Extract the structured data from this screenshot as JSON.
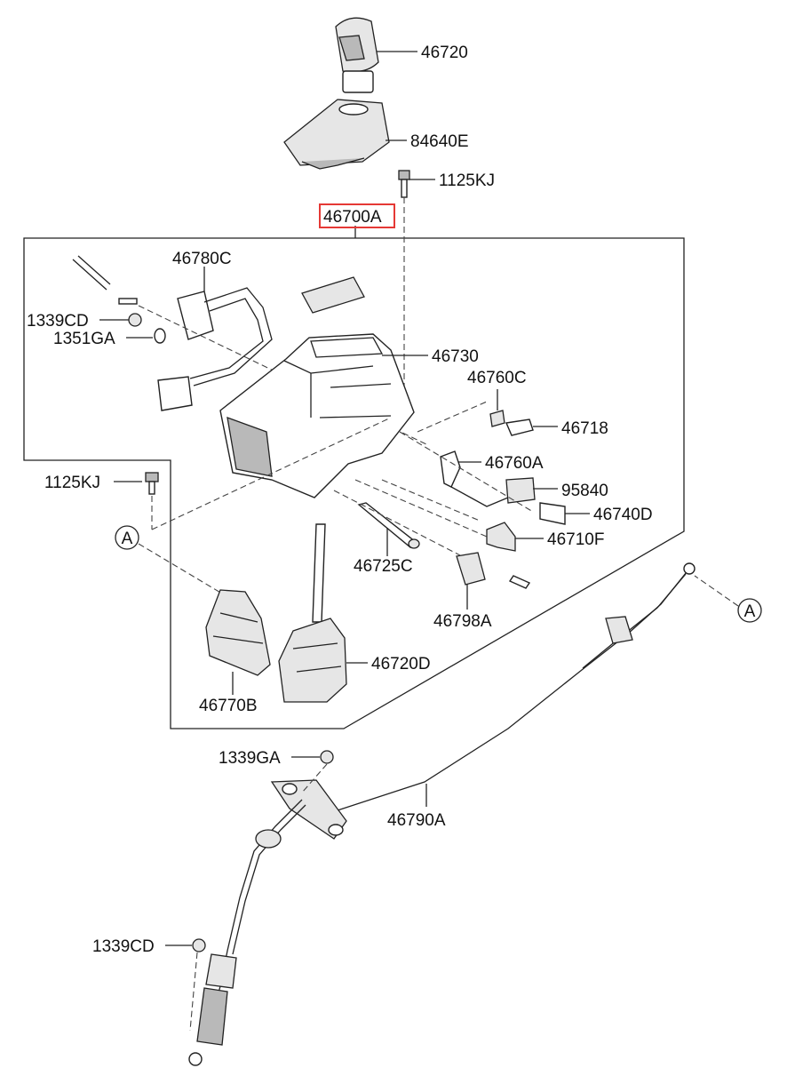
{
  "diagram": {
    "highlighted_part": "46700A",
    "highlight_color": "#e53935",
    "ref_marker": "A",
    "labels": {
      "p46720": "46720",
      "p84640E": "84640E",
      "p1125KJ_top": "1125KJ",
      "p46700A": "46700A",
      "p46780C": "46780C",
      "p1339CD_top": "1339CD",
      "p1351GA": "1351GA",
      "p46730": "46730",
      "p46760C": "46760C",
      "p46718": "46718",
      "p46760A": "46760A",
      "p95840": "95840",
      "p46740D": "46740D",
      "p46710F": "46710F",
      "p1125KJ_left": "1125KJ",
      "p46725C": "46725C",
      "p46798A": "46798A",
      "p46720D": "46720D",
      "p46770B": "46770B",
      "p1339GA": "1339GA",
      "p46790A": "46790A",
      "p1339CD_bottom": "1339CD"
    }
  }
}
